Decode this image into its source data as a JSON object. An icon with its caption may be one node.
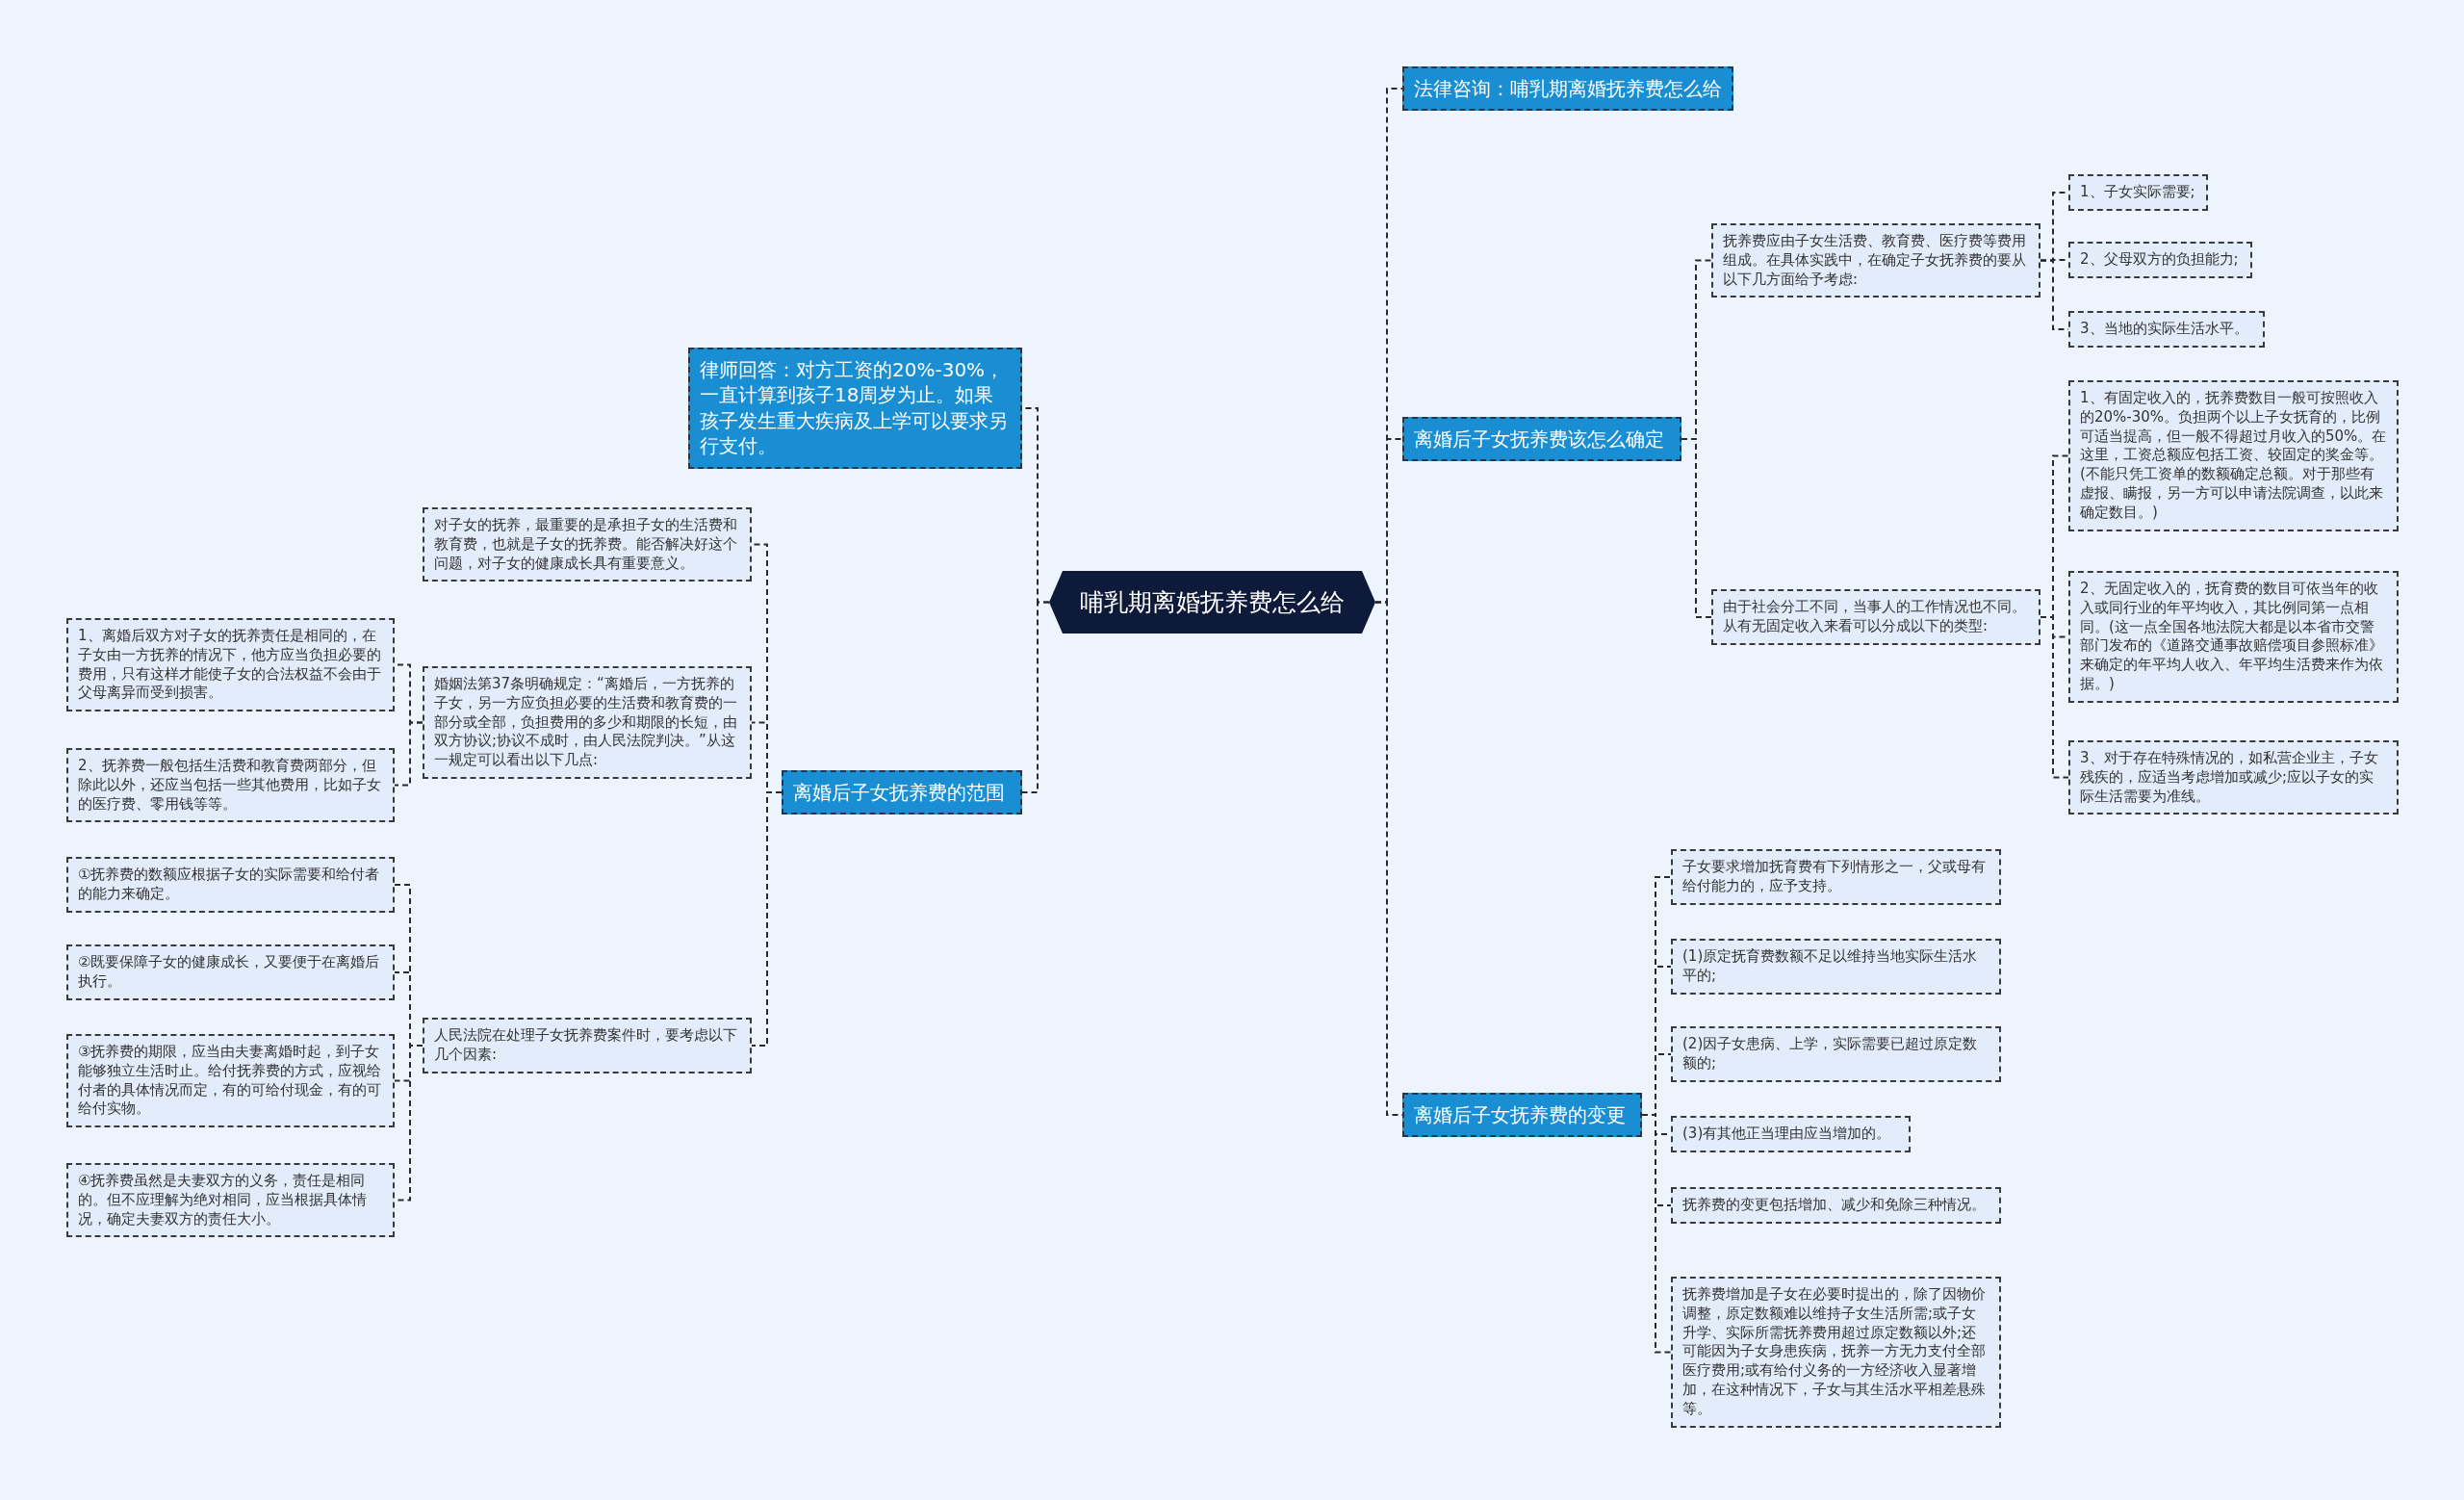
{
  "diagram": {
    "nodes": [
      {
        "text": [
          "哺乳期离婚抚养费怎么给"
        ]
      },
      {
        "text": [
          "法律咨询：哺乳期离婚抚养费怎么给"
        ]
      },
      {
        "text": [
          "离婚后子女抚养费该怎么确定"
        ]
      },
      {
        "text": [
          "抚养费应由子女生活费、教育费、医疗费等费用组成。在具体实践中，在确定子女抚养费的要从以下几方面给予考虑:"
        ]
      },
      {
        "text": [
          "1、子女实际需要;"
        ]
      },
      {
        "text": [
          "2、父母双方的负担能力;"
        ]
      },
      {
        "text": [
          "3、当地的实际生活水平。"
        ]
      },
      {
        "text": [
          "由于社会分工不同，当事人的工作情况也不同。从有无固定收入来看可以分成以下的类型:"
        ]
      },
      {
        "text": [
          "1、有固定收入的，抚养费数目一般可按照收入的20%-30%。负担两个以上子女抚育的，比例可适当提高，但一般不得超过月收入的50%。在这里，工资总额应包括工资、较固定的奖金等。(不能只凭工资单的数额确定总额。对于那些有虚报、瞒报，另一方可以申请法院调查，以此来确定数目。)"
        ]
      },
      {
        "text": [
          "2、无固定收入的，抚育费的数目可依当年的收入或同行业的年平均收入，其比例同第一点相同。(这一点全国各地法院大都是以本省市交警部门发布的《道路交通事故赔偿项目参照标准》来确定的年平均人收入、年平均生活费来作为依据。)"
        ]
      },
      {
        "text": [
          "3、对于存在特殊情况的，如私营企业主，子女残疾的，应适当考虑增加或减少;应以子女的实际生活需要为准线。"
        ]
      },
      {
        "text": [
          "离婚后子女抚养费的变更"
        ]
      },
      {
        "text": [
          "子女要求增加抚育费有下列情形之一，父或母有给付能力的，应予支持。"
        ]
      },
      {
        "text": [
          "(1)原定抚育费数额不足以维持当地实际生活水平的;"
        ]
      },
      {
        "text": [
          "(2)因子女患病、上学，实际需要已超过原定数额的;"
        ]
      },
      {
        "text": [
          "(3)有其他正当理由应当增加的。"
        ]
      },
      {
        "text": [
          "抚养费的变更包括增加、减少和免除三种情况。"
        ]
      },
      {
        "text": [
          "抚养费增加是子女在必要时提出的，除了因物价调整，原定数额难以维持子女生活所需;或子女升学、实际所需抚养费用超过原定数额以外;还可能因为子女身患疾病，抚养一方无力支付全部医疗费用;或有给付义务的一方经济收入显著增加，在这种情况下，子女与其生活水平相差悬殊等。"
        ]
      },
      {
        "text": [
          "律师回答：对方工资的20%-30%，一直计算到孩子18周岁为止。如果孩子发生重大疾病及上学可以要求另行支付。"
        ]
      },
      {
        "text": [
          "离婚后子女抚养费的范围"
        ]
      },
      {
        "text": [
          "对子女的抚养，最重要的是承担子女的生活费和教育费，也就是子女的抚养费。能否解决好这个问题，对子女的健康成长具有重要意义。"
        ]
      },
      {
        "text": [
          "婚姻法第37条明确规定：“离婚后，一方抚养的子女，另一方应负担必要的生活费和教育费的一部分或全部，负担费用的多少和期限的长短，由双方协议;协议不成时，由人民法院判决。”从这一规定可以看出以下几点:"
        ]
      },
      {
        "text": [
          "1、离婚后双方对子女的抚养责任是相同的，在子女由一方抚养的情况下，他方应当负担必要的费用，只有这样才能使子女的合法权益不会由于父母离异而受到损害。"
        ]
      },
      {
        "text": [
          "2、抚养费一般包括生活费和教育费两部分，但除此以外，还应当包括一些其他费用，比如子女的医疗费、零用钱等等。"
        ]
      },
      {
        "text": [
          "人民法院在处理子女抚养费案件时，要考虑以下几个因素:"
        ]
      },
      {
        "text": [
          "①抚养费的数额应根据子女的实际需要和给付者的能力来确定。"
        ]
      },
      {
        "text": [
          "②既要保障子女的健康成长，又要便于在离婚后执行。"
        ]
      },
      {
        "text": [
          "③抚养费的期限，应当由夫妻离婚时起，到子女能够独立生活时止。给付抚养费的方式，应视给付者的具体情况而定，有的可给付现金，有的可给付实物。"
        ]
      },
      {
        "text": [
          "④抚养费虽然是夫妻双方的义务，责任是相同的。但不应理解为绝对相同，应当根据具体情况，确定夫妻双方的责任大小。"
        ]
      }
    ],
    "edges": [
      {
        "from": 0,
        "to": 1,
        "arrow": "none"
      },
      {
        "from": 0,
        "to": 2,
        "arrow": "none"
      },
      {
        "from": 0,
        "to": 11,
        "arrow": "none"
      },
      {
        "from": 0,
        "to": 18,
        "arrow": "none"
      },
      {
        "from": 0,
        "to": 19,
        "arrow": "none"
      },
      {
        "from": 2,
        "to": 3,
        "arrow": "none"
      },
      {
        "from": 2,
        "to": 7,
        "arrow": "none"
      },
      {
        "from": 3,
        "to": 4,
        "arrow": "none"
      },
      {
        "from": 3,
        "to": 5,
        "arrow": "none"
      },
      {
        "from": 3,
        "to": 6,
        "arrow": "none"
      },
      {
        "from": 7,
        "to": 8,
        "arrow": "none"
      },
      {
        "from": 7,
        "to": 9,
        "arrow": "none"
      },
      {
        "from": 7,
        "to": 10,
        "arrow": "none"
      },
      {
        "from": 11,
        "to": 12,
        "arrow": "none"
      },
      {
        "from": 11,
        "to": 13,
        "arrow": "none"
      },
      {
        "from": 11,
        "to": 14,
        "arrow": "none"
      },
      {
        "from": 11,
        "to": 15,
        "arrow": "none"
      },
      {
        "from": 11,
        "to": 16,
        "arrow": "none"
      },
      {
        "from": 11,
        "to": 17,
        "arrow": "none"
      },
      {
        "from": 19,
        "to": 20,
        "arrow": "none"
      },
      {
        "from": 19,
        "to": 21,
        "arrow": "none"
      },
      {
        "from": 19,
        "to": 24,
        "arrow": "none"
      },
      {
        "from": 21,
        "to": 22,
        "arrow": "none"
      },
      {
        "from": 21,
        "to": 23,
        "arrow": "none"
      },
      {
        "from": 24,
        "to": 25,
        "arrow": "none"
      },
      {
        "from": 24,
        "to": 26,
        "arrow": "none"
      },
      {
        "from": 24,
        "to": 27,
        "arrow": "none"
      },
      {
        "from": 24,
        "to": 28,
        "arrow": "none"
      }
    ]
  }
}
